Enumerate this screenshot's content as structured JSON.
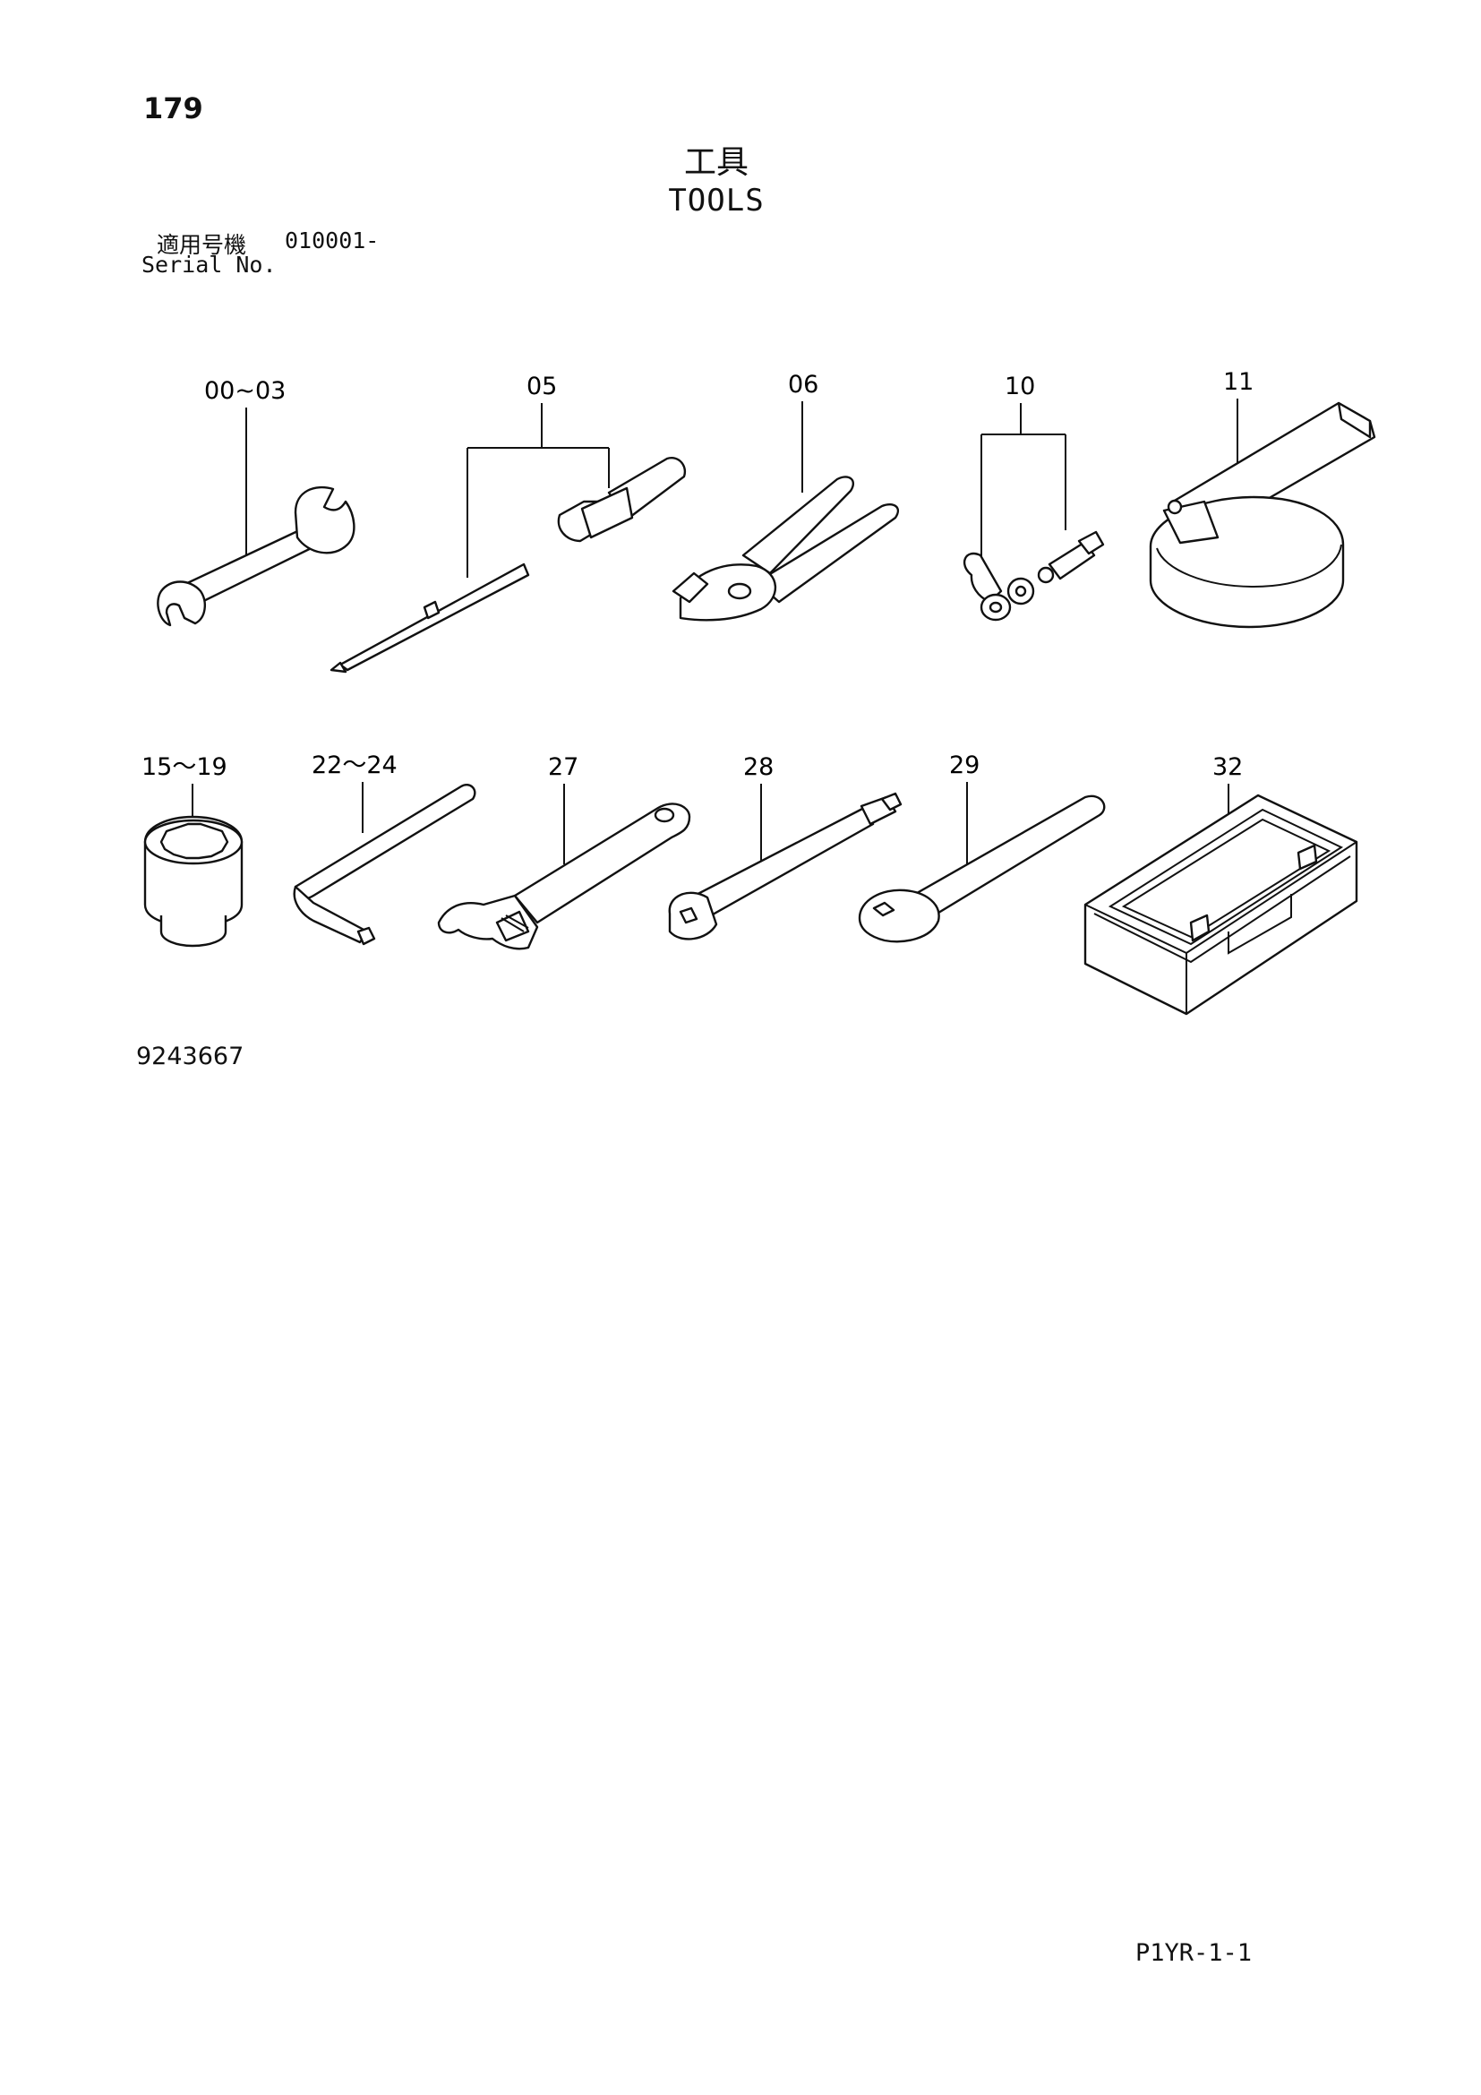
{
  "page": {
    "number": "179",
    "title_jp": "工具",
    "title_en": "TOOLS",
    "serial_label_jp": "適用号機",
    "serial_value": "010001-",
    "serial_label_en": "Serial No.",
    "drawing_number": "9243667",
    "footer_code": "P1YR-1-1"
  },
  "callouts": {
    "c00_03": "00~03",
    "c05": "05",
    "c06": "06",
    "c10": "10",
    "c11": "11",
    "c15_19": "15～19",
    "c22_24": "22～24",
    "c27": "27",
    "c28": "28",
    "c29": "29",
    "c32": "32"
  }
}
